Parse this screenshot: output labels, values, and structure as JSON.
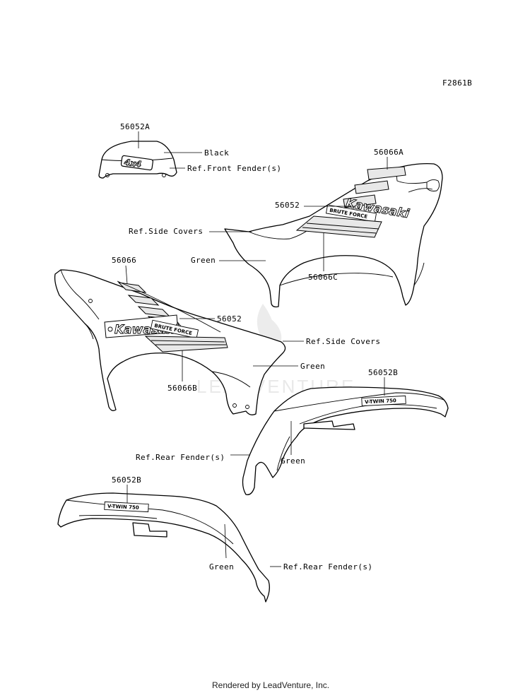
{
  "figure_code": "F2861B",
  "watermark": "LEADVENTURE",
  "footer": "Rendered by LeadVenture, Inc.",
  "front_fender": {
    "part": "56052A",
    "color": "Black",
    "ref": "Ref.Front Fender(s)",
    "decal": "4x4"
  },
  "right_cover": {
    "part_a": "56066A",
    "part_b": "56052",
    "part_c": "56066C",
    "ref": "Ref.Side Covers",
    "color": "Green",
    "brand": "Kawasaki",
    "model": "BRUTE FORCE"
  },
  "left_cover": {
    "part_a": "56066",
    "part_b": "56052",
    "part_c": "56066B",
    "ref": "Ref.Side Covers",
    "color": "Green",
    "brand": "Kawasaki",
    "model": "BRUTE FORCE"
  },
  "rear_fender_right": {
    "part": "56052B",
    "ref": "Ref.Rear Fender(s)",
    "color": "Green",
    "decal": "V-TWIN 750"
  },
  "rear_fender_left": {
    "part": "56052B",
    "ref": "Ref.Rear Fender(s)",
    "color": "Green",
    "decal": "V-TWIN 750"
  }
}
